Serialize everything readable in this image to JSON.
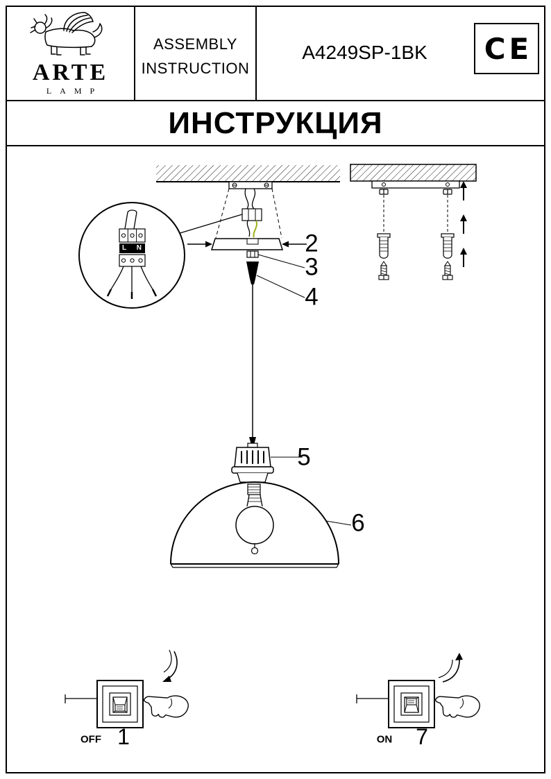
{
  "header": {
    "brand": {
      "name": "ARTE",
      "word": "LAMP"
    },
    "doc_type": {
      "line1": "ASSEMBLY",
      "line2": "INSTRUCTION"
    },
    "model": "A4249SP-1BK",
    "ce_mark": "CE"
  },
  "title": "ИНСТРУКЦИЯ",
  "diagram": {
    "terminal_block_label": "L N",
    "parts": {
      "canopy": "2",
      "locknut": "3",
      "cord_grip": "4",
      "socket_cover": "5",
      "shade": "6"
    }
  },
  "steps": {
    "power_off": {
      "label": "OFF",
      "number": "1"
    },
    "power_on": {
      "label": "ON",
      "number": "7"
    }
  },
  "colors": {
    "ink": "#000000",
    "paper": "#ffffff",
    "ground_wire": "#9fae1f"
  }
}
